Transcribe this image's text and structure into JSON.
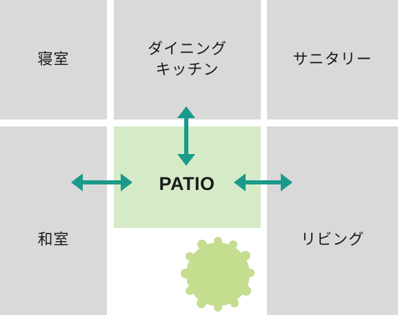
{
  "rooms": {
    "bedroom": "寝室",
    "dining_kitchen": "ダイニング\nキッチン",
    "sanitary": "サニタリー",
    "washitsu": "和室",
    "living": "リビング"
  },
  "patio": {
    "label": "PATIO"
  },
  "colors": {
    "room_fill": "#d9d9d9",
    "patio_fill": "#d5ebc8",
    "arrow": "#1a9a8a",
    "tree": "#c5dd8f"
  },
  "icons": {
    "arrows": "double-headed-arrow",
    "tree": "tree-canopy-icon"
  }
}
